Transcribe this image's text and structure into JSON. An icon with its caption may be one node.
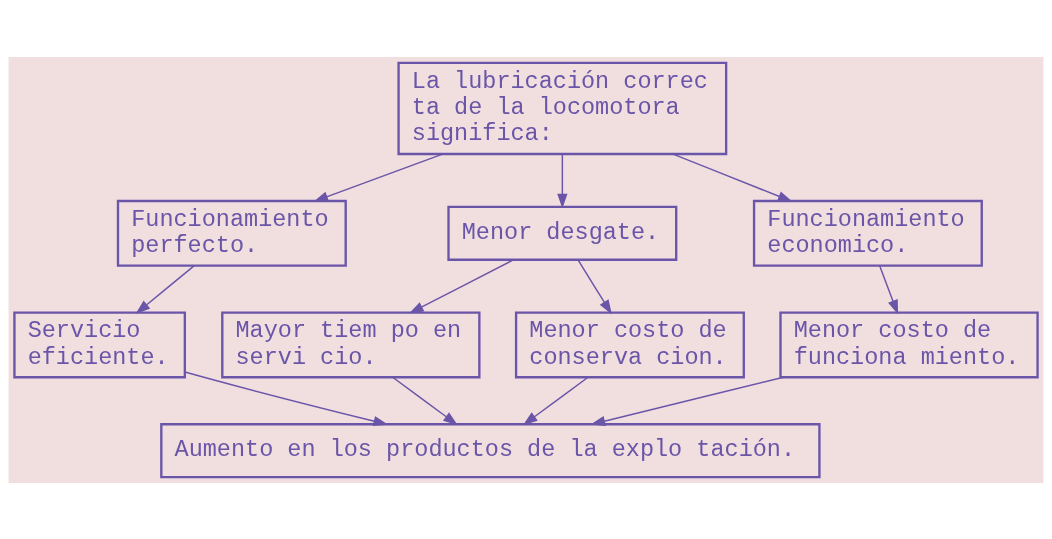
{
  "diagram": {
    "nodes": [
      {
        "text": [
          "La lubricación correc ta de la locomotora significa:"
        ]
      },
      {
        "text": [
          "Funcionamiento perfecto."
        ]
      },
      {
        "text": [
          "Menor desgate."
        ]
      },
      {
        "text": [
          "Funcionamiento economico."
        ]
      },
      {
        "text": [
          "Servicio eficiente."
        ]
      },
      {
        "text": [
          "Mayor tiem po en servi cio."
        ]
      },
      {
        "text": [
          "Menor costo de conserva cion."
        ]
      },
      {
        "text": [
          "Menor costo de funciona miento."
        ]
      },
      {
        "text": [
          "Aumento en los productos de la explo tación."
        ]
      }
    ],
    "edges": [
      {
        "from": 0,
        "to": 1,
        "arrow": "to"
      },
      {
        "from": 0,
        "to": 2,
        "arrow": "to"
      },
      {
        "from": 0,
        "to": 3,
        "arrow": "to"
      },
      {
        "from": 1,
        "to": 4,
        "arrow": "to"
      },
      {
        "from": 2,
        "to": 5,
        "arrow": "to"
      },
      {
        "from": 2,
        "to": 6,
        "arrow": "to"
      },
      {
        "from": 3,
        "to": 7,
        "arrow": "to"
      },
      {
        "from": 4,
        "to": 8,
        "arrow": "to"
      },
      {
        "from": 5,
        "to": 8,
        "arrow": "to"
      },
      {
        "from": 6,
        "to": 8,
        "arrow": "to"
      },
      {
        "from": 7,
        "to": 8,
        "arrow": "to"
      }
    ]
  }
}
